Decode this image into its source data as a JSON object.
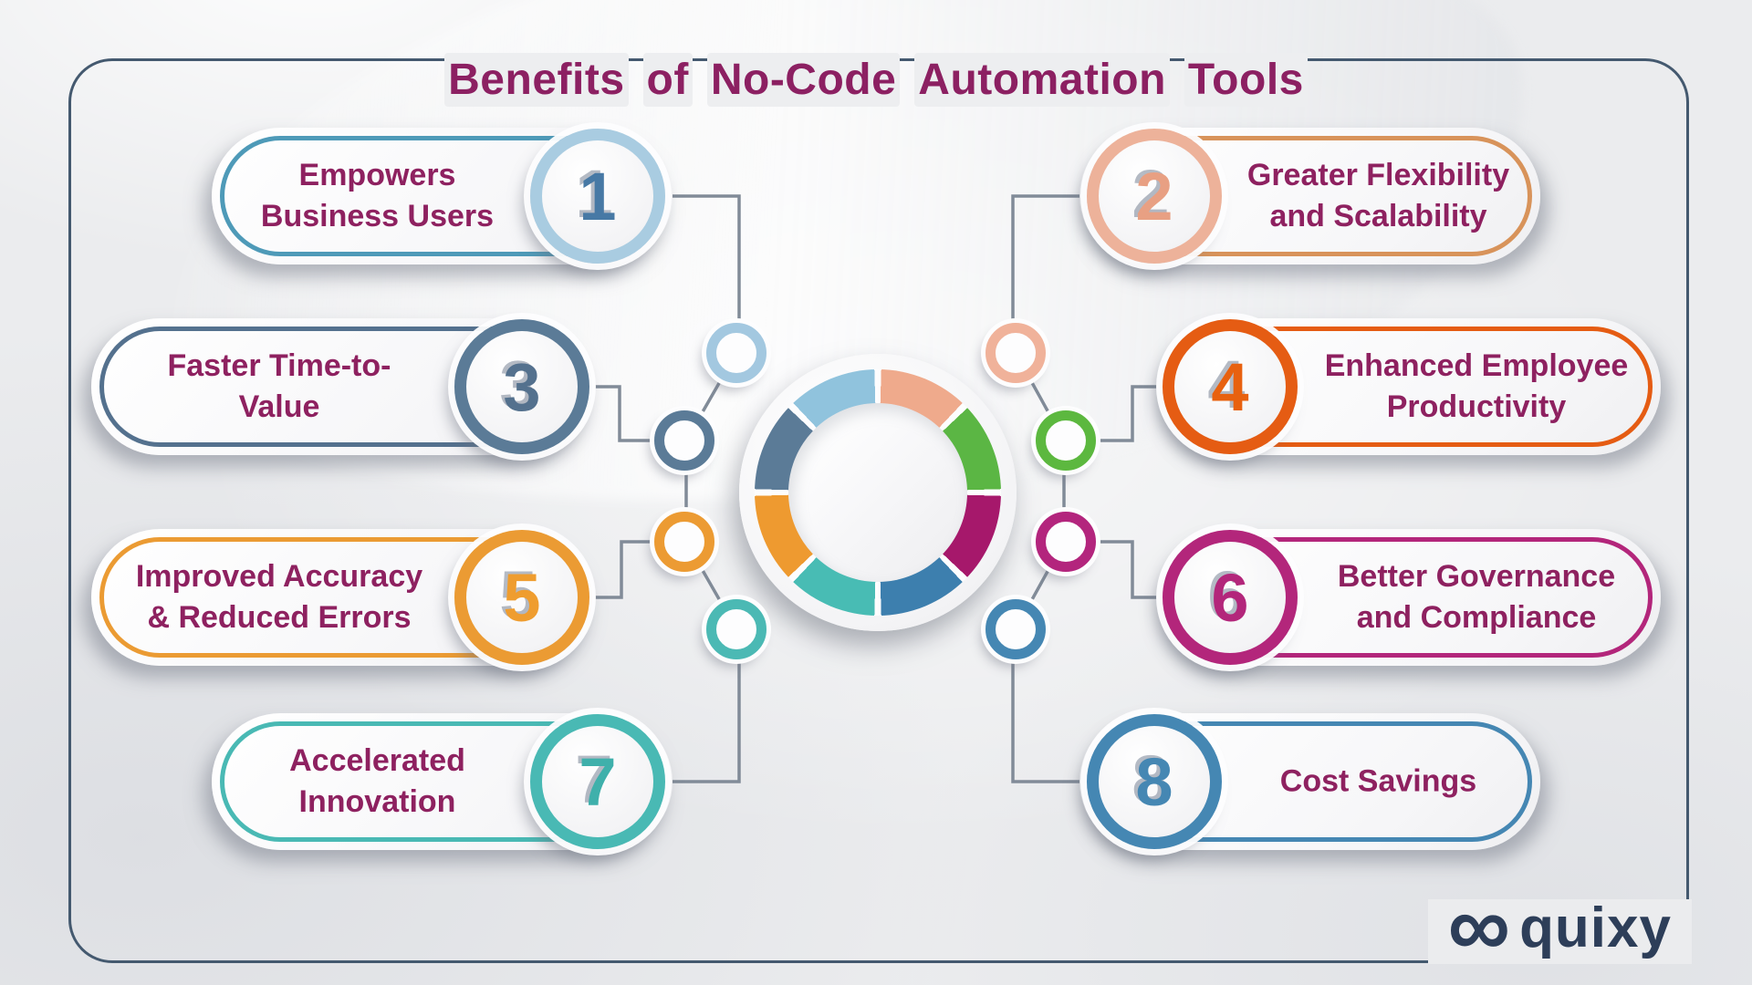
{
  "title": {
    "words": [
      "Benefits",
      "of",
      "No-Code",
      "Automation",
      "Tools"
    ],
    "color": "#8c2062"
  },
  "brand": {
    "symbol": "∞",
    "name": "quixy",
    "color": "#2d3e59"
  },
  "label_color": "#8e2160",
  "frame_color": "#44596f",
  "items": [
    {
      "num": "1",
      "label": "Empowers Business Users",
      "lines": [
        "Empowers",
        "Business Users"
      ],
      "side": "left",
      "row": 1,
      "border": "#4e9ab8",
      "ring": "#a9cce1",
      "num_color": "#4779a5",
      "node": "#a3c8e0"
    },
    {
      "num": "2",
      "label": "Greater Flexibility and Scalability",
      "lines": [
        "Greater Flexibility",
        "and Scalability"
      ],
      "side": "right",
      "row": 1,
      "border": "#d8935a",
      "ring": "#edb29a",
      "num_color": "#e8a083",
      "node": "#f0b29a"
    },
    {
      "num": "3",
      "label": "Faster Time-to-Value",
      "lines": [
        "Faster Time-to-",
        "Value"
      ],
      "side": "left",
      "row": 2,
      "border": "#54718e",
      "ring": "#5b7b97",
      "num_color": "#54718e",
      "node": "#5b7b97"
    },
    {
      "num": "4",
      "label": "Enhanced Employee Productivity",
      "lines": [
        "Enhanced Employee",
        "Productivity"
      ],
      "side": "right",
      "row": 2,
      "border": "#e55c13",
      "ring": "#e55c13",
      "num_color": "#e8610f",
      "node": "#5cb83f"
    },
    {
      "num": "5",
      "label": "Improved Accuracy & Reduced Errors",
      "lines": [
        "Improved Accuracy",
        "& Reduced Errors"
      ],
      "side": "left",
      "row": 3,
      "border": "#eb9b33",
      "ring": "#eb9b33",
      "num_color": "#ef9d2f",
      "node": "#ec9b33"
    },
    {
      "num": "6",
      "label": "Better Governance and Compliance",
      "lines": [
        "Better Governance",
        "and Compliance"
      ],
      "side": "right",
      "row": 3,
      "border": "#b3267b",
      "ring": "#b3267b",
      "num_color": "#b3267b",
      "node": "#b3257d"
    },
    {
      "num": "7",
      "label": "Accelerated Innovation",
      "lines": [
        "Accelerated",
        "Innovation"
      ],
      "side": "left",
      "row": 4,
      "border": "#49b9b4",
      "ring": "#49b9b4",
      "num_color": "#3fb0ab",
      "node": "#4bb9b4"
    },
    {
      "num": "8",
      "label": "Cost Savings",
      "lines": [
        "Cost Savings"
      ],
      "side": "right",
      "row": 4,
      "border": "#4587b3",
      "ring": "#4587b3",
      "num_color": "#4587b3",
      "node": "#4587b3"
    }
  ],
  "donut": {
    "segments_clockwise_from_top": [
      {
        "name": "peach",
        "color": "#efaa8c"
      },
      {
        "name": "green",
        "color": "#5bb644"
      },
      {
        "name": "magenta",
        "color": "#a6186b"
      },
      {
        "name": "blue",
        "color": "#3d7fae"
      },
      {
        "name": "teal",
        "color": "#48bcb4"
      },
      {
        "name": "orange",
        "color": "#ee9a30"
      },
      {
        "name": "slate",
        "color": "#5b7b97"
      },
      {
        "name": "lightblue",
        "color": "#90c3dd"
      }
    ]
  }
}
